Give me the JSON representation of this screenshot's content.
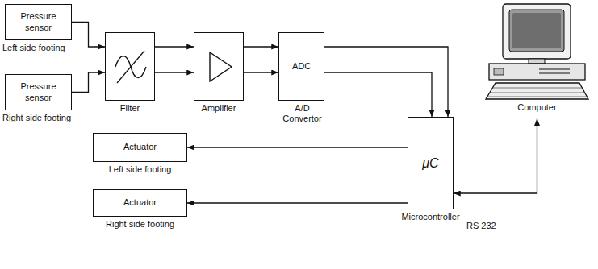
{
  "diagram": {
    "nodes": [
      {
        "text": [
          "Pressure sensor",
          "Left side footing"
        ]
      },
      {
        "text": [
          "Pressure sensor",
          "Right side footing"
        ]
      },
      {
        "text": [
          "Filter"
        ]
      },
      {
        "text": [
          "Amplifier"
        ]
      },
      {
        "text": [
          "ADC",
          "A/D Convertor"
        ]
      },
      {
        "text": [
          "Computer"
        ]
      },
      {
        "text": [
          "Actuator",
          "Left side footing"
        ]
      },
      {
        "text": [
          "Actuator",
          "Right side footing"
        ]
      },
      {
        "text": [
          "μC",
          "Microcontroller"
        ]
      }
    ],
    "edges": [
      {
        "from": 0,
        "to": 2,
        "arrow": "to"
      },
      {
        "from": 1,
        "to": 2,
        "arrow": "to"
      },
      {
        "from": 2,
        "to": 3,
        "arrow": "to"
      },
      {
        "from": 2,
        "to": 3,
        "arrow": "to"
      },
      {
        "from": 3,
        "to": 4,
        "arrow": "to"
      },
      {
        "from": 3,
        "to": 4,
        "arrow": "to"
      },
      {
        "from": 4,
        "to": 8,
        "arrow": "to"
      },
      {
        "from": 4,
        "to": 8,
        "arrow": "to"
      },
      {
        "from": 8,
        "to": 6,
        "arrow": "to"
      },
      {
        "from": 8,
        "to": 7,
        "arrow": "to"
      },
      {
        "from": 8,
        "to": 5,
        "label": "RS 232",
        "arrow": "both"
      }
    ]
  }
}
